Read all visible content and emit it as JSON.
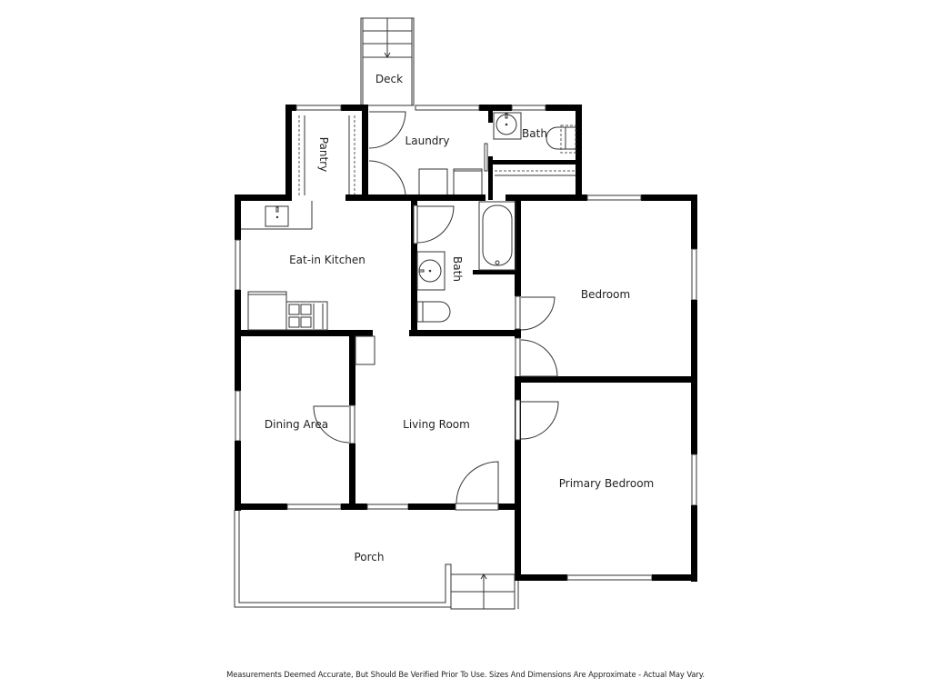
{
  "plan": {
    "rooms": [
      {
        "id": "deck",
        "label": "Deck"
      },
      {
        "id": "laundry",
        "label": "Laundry"
      },
      {
        "id": "pantry",
        "label": "Pantry"
      },
      {
        "id": "bath_upper",
        "label": "Bath"
      },
      {
        "id": "eat_in_kitchen",
        "label": "Eat-in Kitchen"
      },
      {
        "id": "bath_middle",
        "label": "Bath"
      },
      {
        "id": "bedroom",
        "label": "Bedroom"
      },
      {
        "id": "dining_area",
        "label": "Dining Area"
      },
      {
        "id": "living_room",
        "label": "Living Room"
      },
      {
        "id": "primary_bedroom",
        "label": "Primary Bedroom"
      },
      {
        "id": "porch",
        "label": "Porch"
      }
    ],
    "colors": {
      "wall": "#000000",
      "background": "#ffffff",
      "text": "#222222"
    }
  },
  "footer": {
    "disclaimer": "Measurements Deemed Accurate, But Should Be Verified Prior To Use. Sizes And Dimensions Are Approximate - Actual May Vary."
  }
}
